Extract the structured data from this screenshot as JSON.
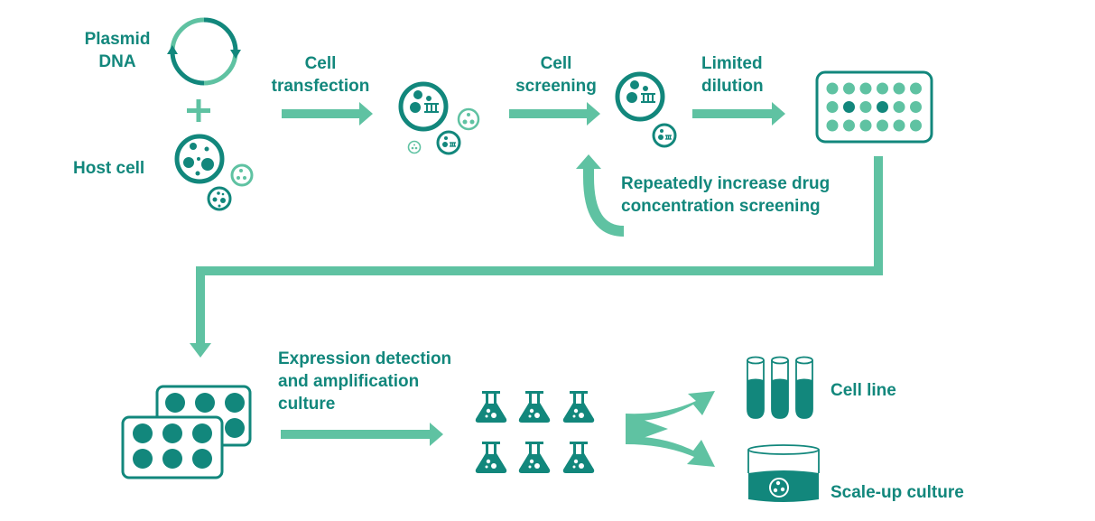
{
  "colors": {
    "dark_teal": "#12877c",
    "light_teal": "#5fc2a2",
    "background": "#ffffff"
  },
  "steps": {
    "plasmid": {
      "line1": "Plasmid",
      "line2": "DNA"
    },
    "plus": "+",
    "host_cell": "Host cell",
    "transfection": {
      "line1": "Cell",
      "line2": "transfection"
    },
    "screening": {
      "line1": "Cell",
      "line2": "screening"
    },
    "dilution": {
      "line1": "Limited",
      "line2": "dilution"
    },
    "repeat": {
      "line1": "Repeatedly increase drug",
      "line2": "concentration screening"
    },
    "expression": {
      "line1": "Expression detection",
      "line2": "and amplification",
      "line3": "culture"
    },
    "cell_line": "Cell line",
    "scale_up": "Scale-up culture"
  },
  "plate_96": {
    "rows": 3,
    "cols": 6,
    "highlighted_wells": [
      [
        1,
        1
      ],
      [
        1,
        3
      ]
    ]
  },
  "plate_6": {
    "rows": 2,
    "cols": 3
  },
  "flasks": {
    "rows": 2,
    "cols": 3
  },
  "test_tubes": {
    "count": 3
  }
}
